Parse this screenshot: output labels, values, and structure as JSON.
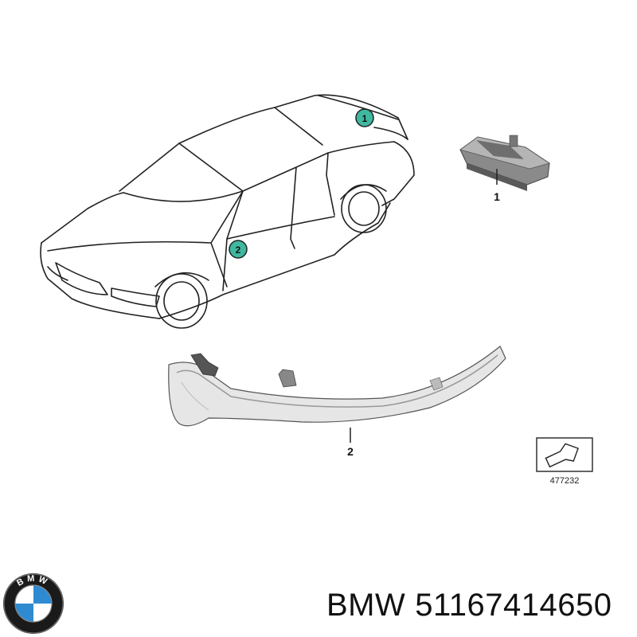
{
  "diagram": {
    "callouts": [
      {
        "id": "callout-1",
        "label": "1"
      },
      {
        "id": "callout-2",
        "label": "2"
      }
    ],
    "part_labels": [
      "1",
      "2"
    ],
    "view_symbol_code": "477232"
  },
  "logo": {
    "text": "BMW"
  },
  "caption": {
    "brand": "BMW",
    "part_number": "51167414650"
  },
  "colors": {
    "callout_fill": "#3fb8a0",
    "line": "#222222",
    "part_gray": "#9a9a9a"
  }
}
